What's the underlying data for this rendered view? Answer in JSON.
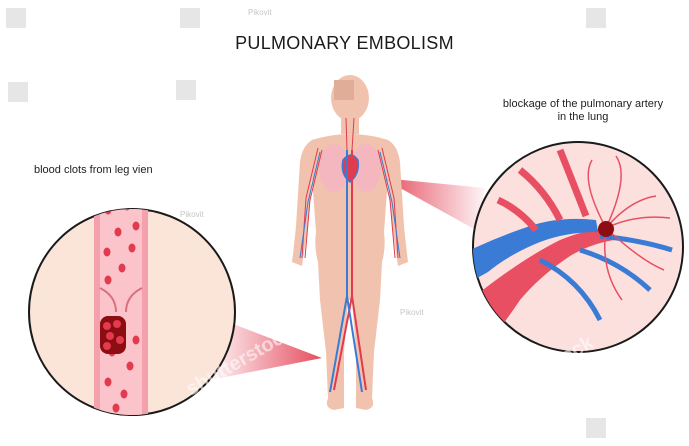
{
  "title": "PULMONARY EMBOLISM",
  "labels": {
    "left": "blood clots from leg vien",
    "right_line1": "blockage of the pulmonary artery",
    "right_line2": "in the lung"
  },
  "watermarks": {
    "credit": "Pikovit",
    "brand": "shutterstock"
  },
  "colors": {
    "artery": "#e23a4e",
    "vein": "#3a7bd5",
    "skin": "#f3c6b3",
    "lung": "#f4b7bf",
    "clot": "#8e0d12"
  }
}
